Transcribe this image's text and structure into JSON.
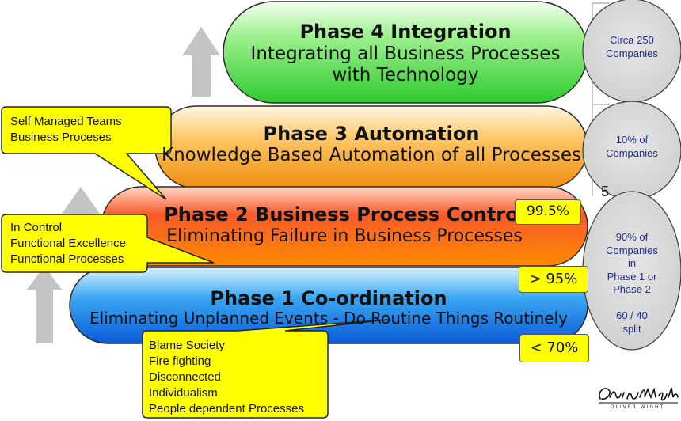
{
  "phases": [
    {
      "title": "Phase 4 Integration",
      "subtitle_line1": "Integrating all Business Processes",
      "subtitle_line2": "with Technology",
      "color": "#5fe05f"
    },
    {
      "title": "Phase 3 Automation",
      "subtitle_line1": "Knowledge Based Automation of all Processes",
      "color": "#f7a62a"
    },
    {
      "title": "Phase 2 Business Process Control",
      "subtitle_line1": "Eliminating Failure in Business Processes",
      "color": "#f23e17"
    },
    {
      "title": "Phase 1 Co-ordination",
      "subtitle_line1": "Eliminating Unplanned Events - Do Routine Things Routinely",
      "color": "#1f8fe8"
    }
  ],
  "tags": {
    "phase2": "99.5%",
    "phase1_upper": "> 95%",
    "phase1_lower": "< 70%"
  },
  "circles": {
    "phase4": [
      "Circa 250",
      "Companies"
    ],
    "phase3": [
      "10% of",
      "Companies"
    ],
    "phase12": [
      "90% of",
      "Companies",
      "in",
      "Phase 1 or",
      "Phase 2",
      "",
      "60 / 40",
      "split"
    ]
  },
  "partial_digit": "5",
  "callouts": {
    "top": [
      "Self Managed Teams",
      "Business Proceses"
    ],
    "middle": [
      "In Control",
      "Functional Excellence",
      "Functional Processes"
    ],
    "bottom": [
      "Blame Society",
      "Fire fighting",
      "Disconnected",
      "Individualism",
      "People dependent Processes"
    ]
  },
  "logo": {
    "signature": "Oliver Wight",
    "caption": "OLIVER WIGHT"
  }
}
